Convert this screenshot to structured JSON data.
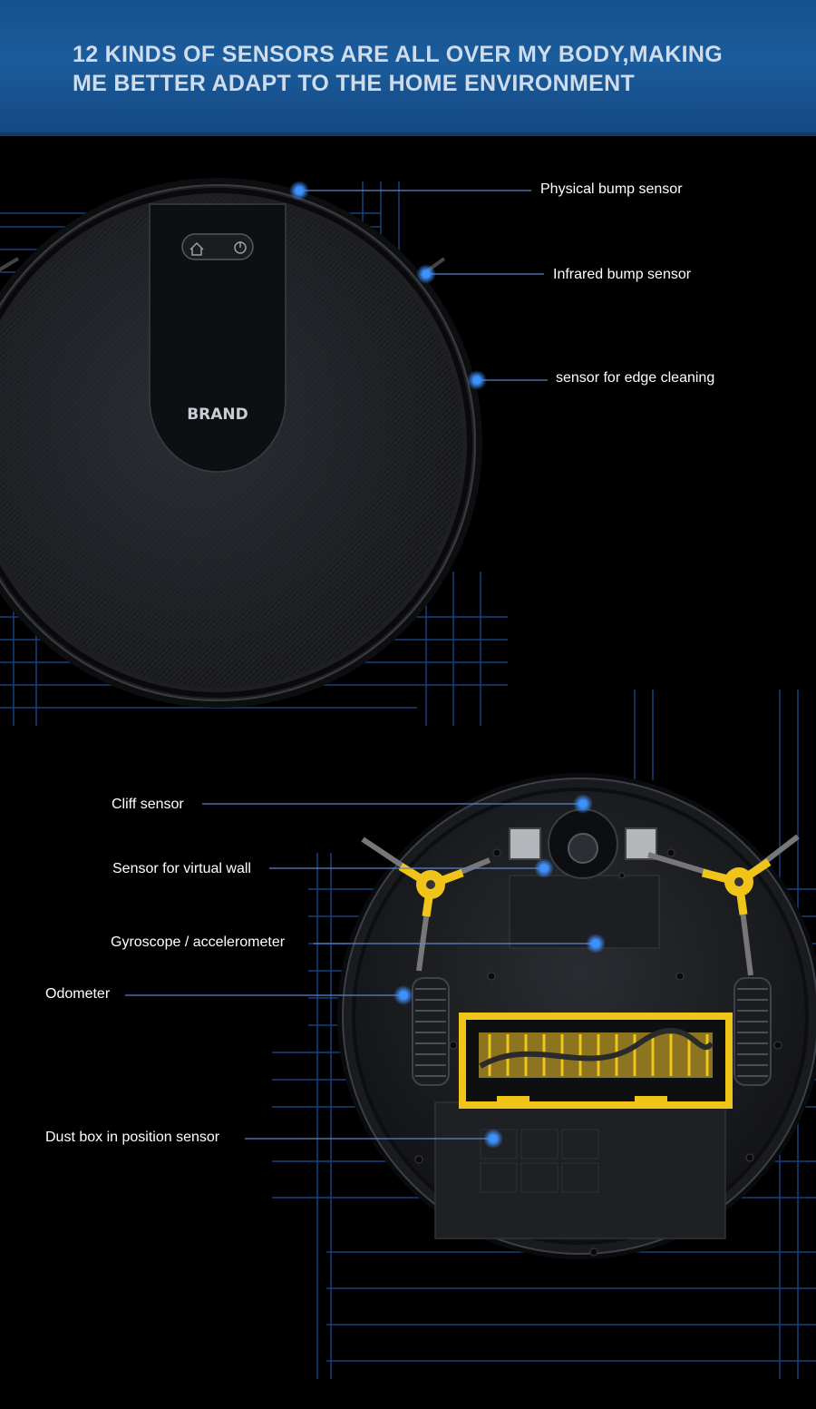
{
  "header": {
    "headline_line1": "12 KINDS OF SENSORS ARE ALL OVER MY BODY,MAKING",
    "headline_line2": "ME BETTER ADAPT TO THE HOME ENVIRONMENT"
  },
  "robot_top": {
    "brand_label": "BRAND"
  },
  "top_sensors": [
    {
      "label": "Physical bump sensor"
    },
    {
      "label": "Infrared bump sensor"
    },
    {
      "label": "sensor for edge cleaning"
    }
  ],
  "bottom_sensors": [
    {
      "label": "Cliff sensor"
    },
    {
      "label": "Sensor for virtual wall"
    },
    {
      "label": "Gyroscope / accelerometer"
    },
    {
      "label": "Odometer"
    },
    {
      "label": "Dust box in position sensor"
    }
  ],
  "colors": {
    "banner": "#1b5c9c",
    "sensor_dot": "#3e92ff",
    "leader_line": "#5a86c8",
    "grid": "#1d57a8",
    "brush_yellow": "#f0c419"
  }
}
